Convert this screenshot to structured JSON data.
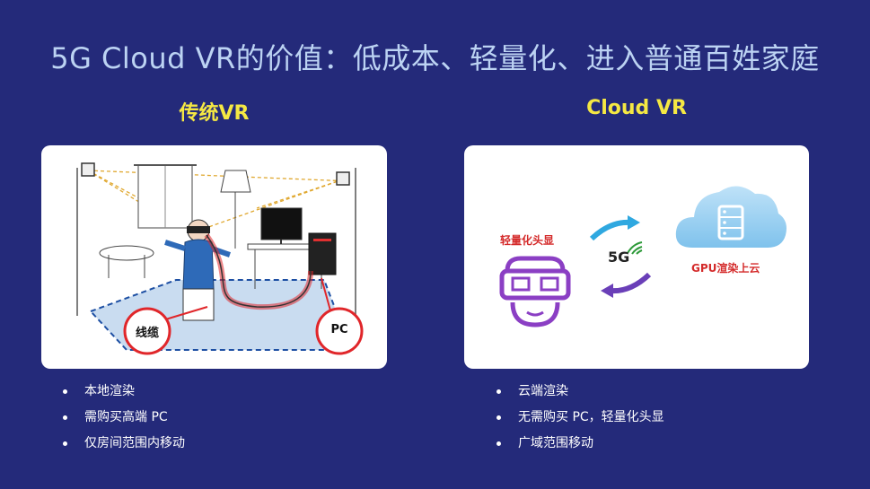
{
  "title": "5G Cloud VR的价值：低成本、轻量化、进入普通百姓家庭",
  "left": {
    "heading": "传统VR",
    "callouts": {
      "cable": "线缆",
      "pc": "PC"
    },
    "bullets": [
      "本地渲染",
      "需购买高端 PC",
      "仅房间范围内移动"
    ]
  },
  "right": {
    "heading": "Cloud VR",
    "headset_label": "轻量化头显",
    "network_label": "5G",
    "cloud_label": "GPU渲染上云",
    "bullets": [
      "云端渲染",
      "无需购买 PC，轻量化头显",
      "广域范围移动"
    ]
  },
  "colors": {
    "background": "#242a7a",
    "title": "#bcd3f3",
    "heading": "#f5e843",
    "cable_highlight": "#e0262a",
    "headset": "#8b3fc4",
    "cloud_label": "#d42a2a",
    "uplink_arrow": "#2fa8e0",
    "downlink_arrow": "#6a3fb8"
  }
}
